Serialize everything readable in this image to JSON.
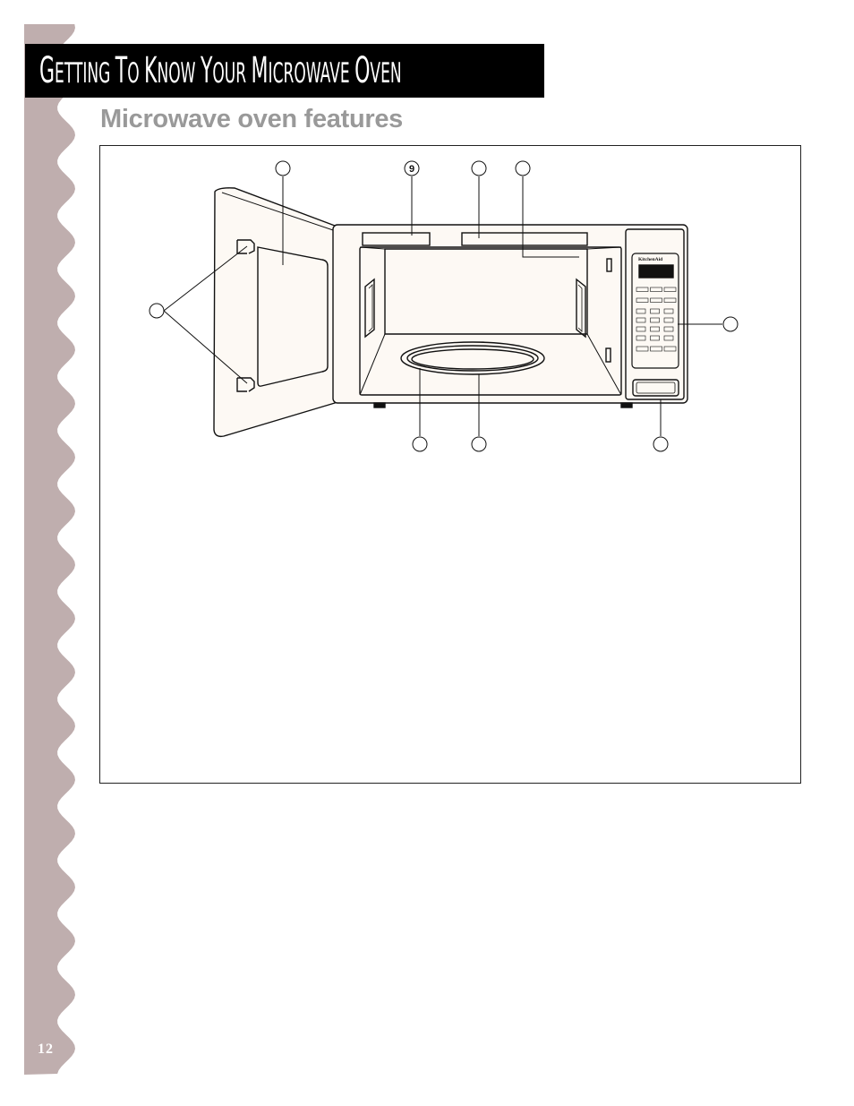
{
  "page": {
    "section_title": "Getting to Know Your Microwave Oven",
    "subtitle": "Microwave oven features",
    "page_number": "12"
  },
  "diagram": {
    "callouts": [
      "",
      "9",
      "",
      "",
      "",
      "",
      "",
      "",
      ""
    ],
    "brand_label": "KitchenAid"
  },
  "colors": {
    "side_band": "#bfaeae",
    "title_bar": "#000000",
    "subtitle": "#999999",
    "oven_fill": "#fdf9f4"
  }
}
